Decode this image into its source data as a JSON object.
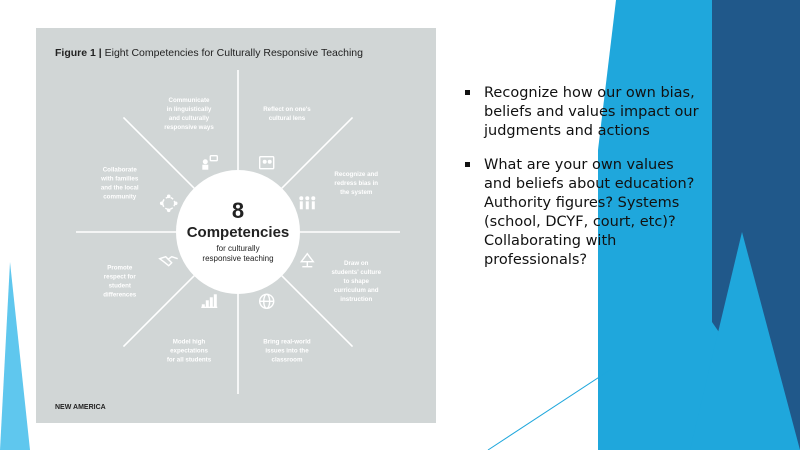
{
  "figure": {
    "title_bold": "Figure 1 |",
    "title_rest": " Eight Competencies for Culturally Responsive Teaching",
    "center": {
      "number": "8",
      "title": "Competencies",
      "sub_line1": "for culturally",
      "sub_line2": "responsive teaching"
    },
    "segments": [
      {
        "lines": [
          "Reflect on one's",
          "cultural lens"
        ],
        "icon": "reflection-icon"
      },
      {
        "lines": [
          "Recognize and",
          "redress bias in",
          "the system"
        ],
        "icon": "people-icon"
      },
      {
        "lines": [
          "Draw on",
          "students' culture",
          "to shape",
          "curriculum and",
          "instruction"
        ],
        "icon": "lamp-icon"
      },
      {
        "lines": [
          "Bring real-world",
          "issues into the",
          "classroom"
        ],
        "icon": "globe-icon"
      },
      {
        "lines": [
          "Model high",
          "expectations",
          "for all students"
        ],
        "icon": "bar-chart-icon"
      },
      {
        "lines": [
          "Promote",
          "respect for",
          "student",
          "differences"
        ],
        "icon": "handshake-icon"
      },
      {
        "lines": [
          "Collaborate",
          "with families",
          "and the local",
          "community"
        ],
        "icon": "community-icon"
      },
      {
        "lines": [
          "Communicate",
          "in linguistically",
          "and culturally",
          "responsive ways"
        ],
        "icon": "conversation-icon"
      }
    ],
    "footer": "NEW AMERICA"
  },
  "bullets": [
    "Recognize how our own bias, beliefs and values impact our judgments and actions",
    "What are your own values and beliefs about education? Authority figures? Systems (school, DCYF, court, etc)? Collaborating with professionals?"
  ],
  "colors": {
    "panel": "#d1d6d6",
    "teal_light": "#3dbfab",
    "teal_dark": "#16726d",
    "accent_blue": "#1fa7dc",
    "accent_navy": "#20588a"
  }
}
